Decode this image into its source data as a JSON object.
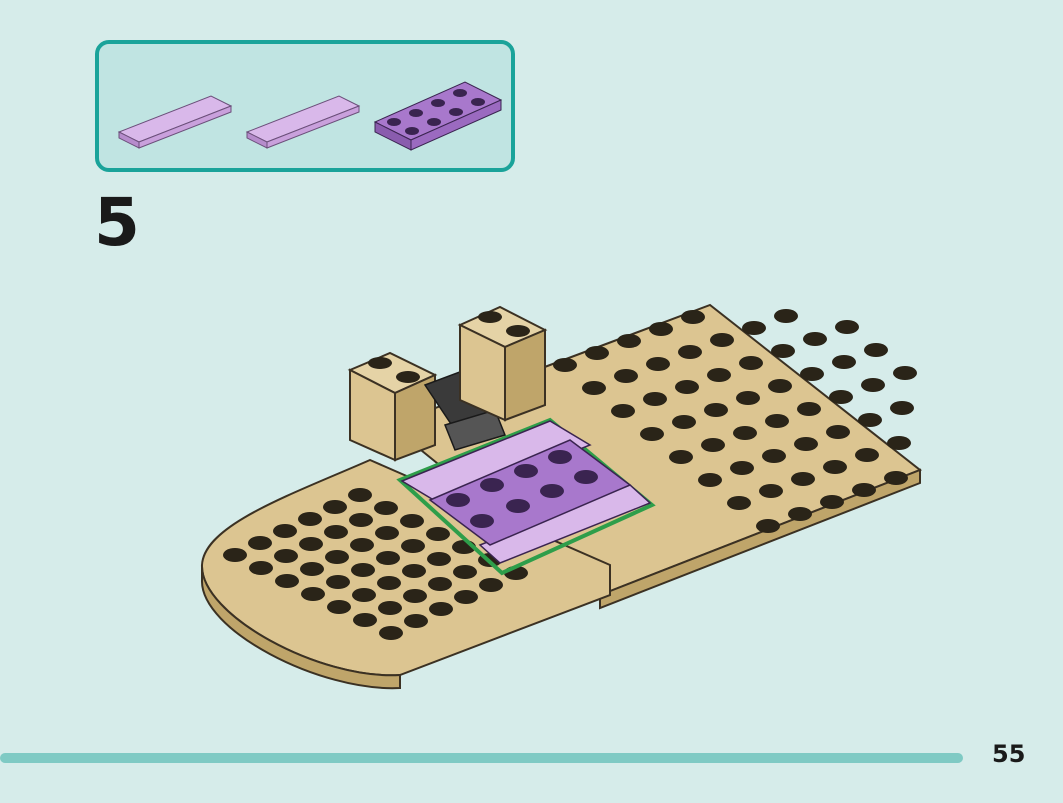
{
  "step": {
    "number": "5"
  },
  "page": {
    "number": "55"
  },
  "parts_callout": {
    "parts": [
      {
        "name": "tile-1x4-lavender",
        "color": "#c9a0dc"
      },
      {
        "name": "tile-1x4-lavender",
        "color": "#c9a0dc"
      },
      {
        "name": "plate-2x4-purple",
        "color": "#9b6ac0"
      }
    ]
  },
  "colors": {
    "background": "#d6ecea",
    "callout_border": "#1aa39a",
    "callout_fill": "#c0e4e2",
    "tan": "#dcc591",
    "tan_dark": "#bfa56a",
    "stud_top": "#2a2418",
    "lavender": "#c9a0dc",
    "purple": "#9b6ac0",
    "highlight": "#2e9e4a",
    "progress": "#7fcac4"
  }
}
